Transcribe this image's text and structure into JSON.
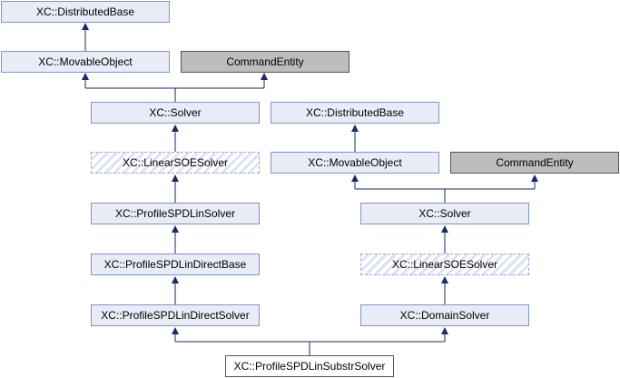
{
  "diagram": {
    "nodes": {
      "distributed_base_left": "XC::DistributedBase",
      "movable_object_left": "XC::MovableObject",
      "command_entity_left": "CommandEntity",
      "solver_left": "XC::Solver",
      "distributed_base_right": "XC::DistributedBase",
      "linear_soe_solver_left": "XC::LinearSOESolver",
      "movable_object_right": "XC::MovableObject",
      "command_entity_right": "CommandEntity",
      "profile_spd_lin_solver": "XC::ProfileSPDLinSolver",
      "solver_right": "XC::Solver",
      "profile_spd_lin_direct_base": "XC::ProfileSPDLinDirectBase",
      "linear_soe_solver_right": "XC::LinearSOESolver",
      "profile_spd_lin_direct_solver": "XC::ProfileSPDLinDirectSolver",
      "domain_solver": "XC::DomainSolver",
      "profile_spd_lin_substr_solver": "XC::ProfileSPDLinSubstrSolver"
    },
    "colors": {
      "class_fill": "#e8ecf6",
      "class_border": "#7f95c7",
      "external_fill": "#bdbdbd",
      "edge": "#1a2a6a"
    }
  }
}
